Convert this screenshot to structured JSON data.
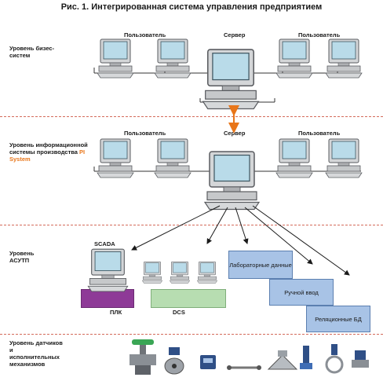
{
  "title": "Рис. 1. Интегрированная система управления предприятием",
  "levels": {
    "business": "Уровень бизес- систем",
    "info_pre": "Уровень информационной системы производства",
    "info_hl": "PI System",
    "acs": "Уровень АСУТП",
    "sensors": "Уровень датчиков и исполнительных механизмов"
  },
  "labels": {
    "user": "Пользователь",
    "server": "Сервер",
    "scada": "SCADA",
    "plc": "ПЛК",
    "dcs": "DCS"
  },
  "boxes": {
    "lab": "Лабораторные данные",
    "manual": "Ручной ввод",
    "relational": "Реляционные БД"
  },
  "colors": {
    "separator": "#d46a5a",
    "accent": "#e8761a",
    "plc": "#8e3a97",
    "dcs": "#b7ddb1",
    "box": "#a8c3e6"
  }
}
